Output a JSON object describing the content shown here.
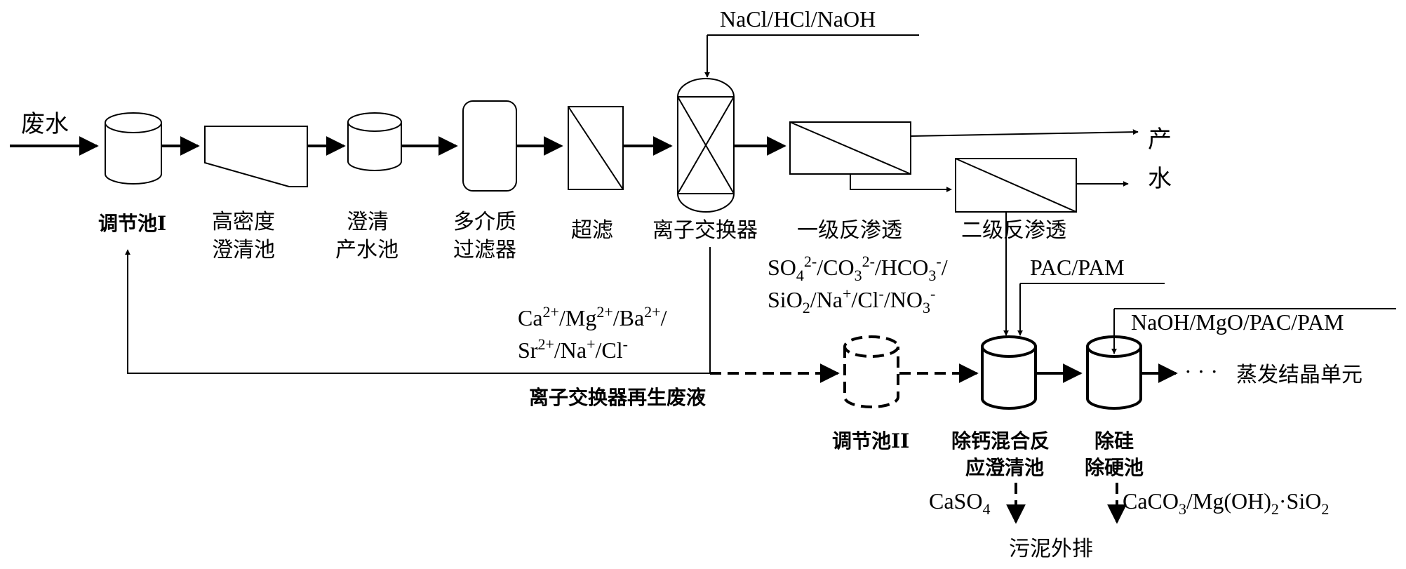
{
  "inputs": {
    "waste_water": "废水",
    "regen_reagents": "NaCl/HCl/NaOH",
    "pac_pam": "PAC/PAM",
    "softening_reagents": "NaOH/MgO/PAC/PAM"
  },
  "units": {
    "tank1": "调节池I",
    "hds_line1": "高密度",
    "hds_line2": "澄清池",
    "clear_tank_line1": "澄清",
    "clear_tank_line2": "产水池",
    "mmf_line1": "多介质",
    "mmf_line2": "过滤器",
    "uf": "超滤",
    "ix": "离子交换器",
    "ro1": "一级反渗透",
    "ro2": "二级反渗透",
    "tank2": "调节池II",
    "ca_removal_line1": "除钙混合反",
    "ca_removal_line2": "应澄清池",
    "si_removal_line1": "除硅",
    "si_removal_line2": "除硬池"
  },
  "outputs": {
    "product_water_1": "产",
    "product_water_2": "水",
    "evaporation": "蒸发结晶单元",
    "ellipsis": "· · ·",
    "sludge": "污泥外排"
  },
  "streams": {
    "regen_waste": "离子交换器再生废液",
    "ions_ix_line1": {
      "a": "Ca",
      "a_sup": "2+",
      "b": "/Mg",
      "b_sup": "2+",
      "c": "/Ba",
      "c_sup": "2+",
      "d": "/"
    },
    "ions_ix_line2": {
      "a": "Sr",
      "a_sup": "2+",
      "b": "/Na",
      "b_sup": "+",
      "c": "/Cl",
      "c_sup": "-"
    },
    "ions_ro_line1": {
      "a": "SO",
      "a_sub": "4",
      "a_sup": "2-",
      "b": "/CO",
      "b_sub": "3",
      "b_sup": "2-",
      "c": "/HCO",
      "c_sub": "3",
      "c_sup": "-",
      "d": "/"
    },
    "ions_ro_line2": {
      "a": "SiO",
      "a_sub": "2",
      "b": "/Na",
      "b_sup": "+",
      "c": "/Cl",
      "c_sup": "-",
      "d": "/NO",
      "d_sub": "3",
      "d_sup": "-"
    },
    "caso4": {
      "a": "CaSO",
      "a_sub": "4"
    },
    "precip": {
      "a": "CaCO",
      "a_sub": "3",
      "b": "/Mg(OH)",
      "b_sub": "2",
      "c": "·SiO",
      "c_sub": "2"
    }
  }
}
